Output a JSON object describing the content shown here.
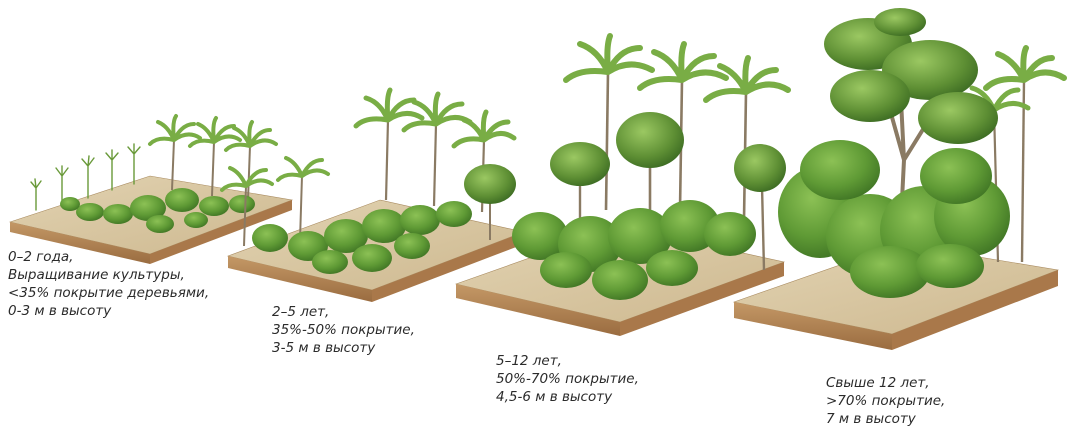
{
  "stages": [
    {
      "age": "0–2 года,",
      "lines": [
        "Выращивание культуры,",
        "<35% покрытие деревьями,",
        "0-3 м в высоту"
      ],
      "image": "young-plot-illustration"
    },
    {
      "age": "2–5 лет,",
      "lines": [
        "35%-50% покрытие,",
        "3-5 м в высоту"
      ],
      "image": "growing-plot-illustration"
    },
    {
      "age": "5–12 лет,",
      "lines": [
        "50%-70% покрытие,",
        "4,5-6 м в высоту"
      ],
      "image": "maturing-plot-illustration"
    },
    {
      "age": "Свыше 12 лет,",
      "lines": [
        ">70% покрытие,",
        "7 м в высоту"
      ],
      "image": "mature-forest-plot-illustration"
    }
  ],
  "colors": {
    "soil_top": "#d7c6a3",
    "soil_side": "#b98a55",
    "soil_edge": "#8f6238",
    "shrub": "#5f9a35",
    "shrub_dark": "#3f7424",
    "palm": "#79ad45",
    "trunk": "#8a7a63",
    "text": "#2b2b2b"
  }
}
